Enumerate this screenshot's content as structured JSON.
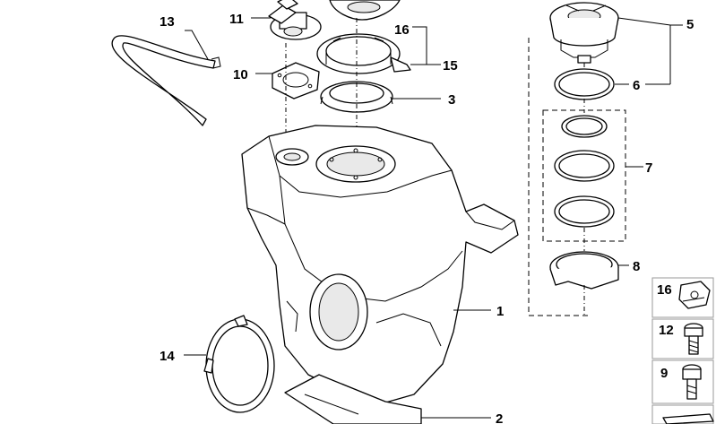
{
  "callouts": {
    "c1": "1",
    "c2": "2",
    "c3": "3",
    "c5": "5",
    "c6": "6",
    "c7": "7",
    "c8": "8",
    "c9": "9",
    "c10": "10",
    "c11": "11",
    "c12": "12",
    "c13": "13",
    "c14": "14",
    "c15": "15",
    "c16": "16",
    "c16b": "16"
  }
}
